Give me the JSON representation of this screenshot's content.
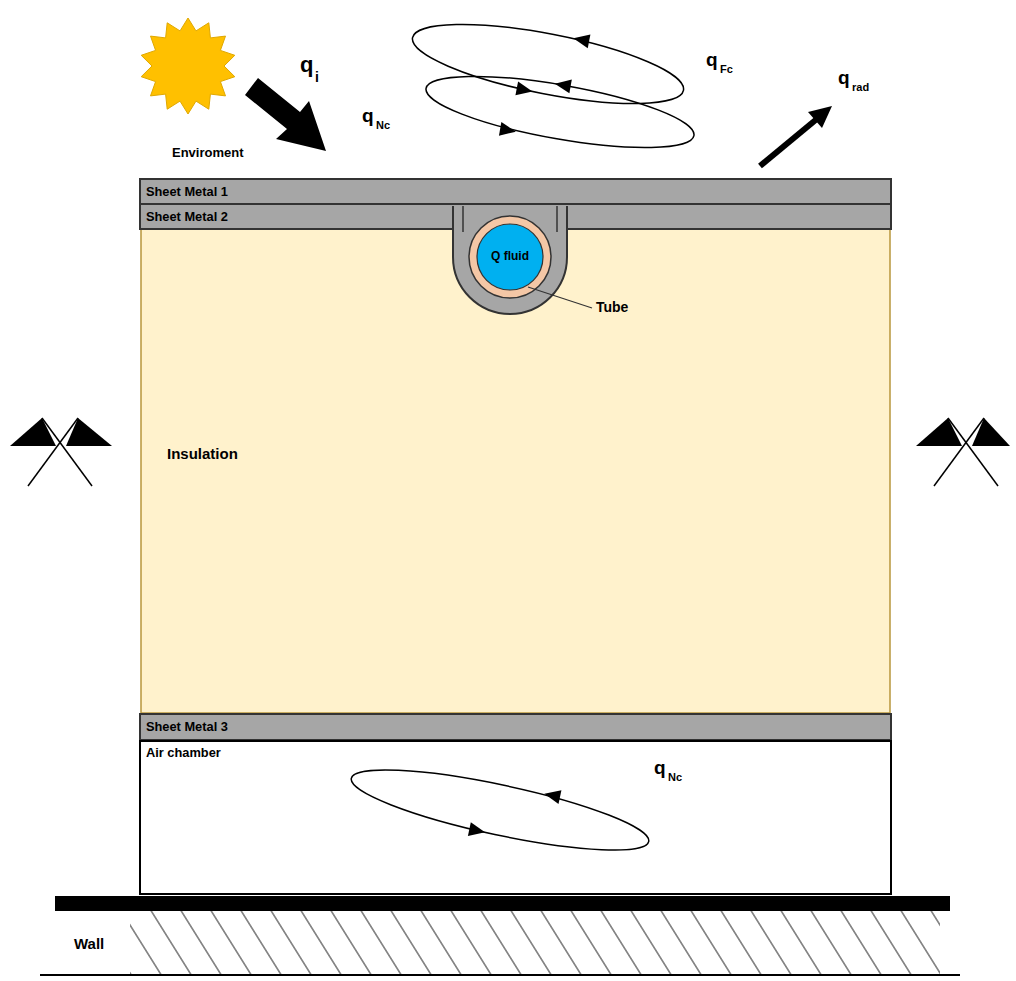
{
  "diagram": {
    "nodes": [
      {
        "text": [
          "Sheet Metal 1"
        ]
      },
      {
        "text": [
          "Sheet Metal 2"
        ]
      },
      {
        "text": [
          "Insulation"
        ]
      },
      {
        "text": [
          "Q fluid"
        ]
      },
      {
        "text": [
          "Sheet Metal 3"
        ]
      },
      {
        "text": [
          "Air chamber"
        ]
      },
      {
        "text": [
          "Wall"
        ]
      }
    ],
    "labels": [
      "Enviroment",
      "q",
      "i",
      "q",
      "Fc",
      "q",
      "Nc",
      "q",
      "rad",
      "Tube",
      "q",
      "Nc"
    ]
  }
}
